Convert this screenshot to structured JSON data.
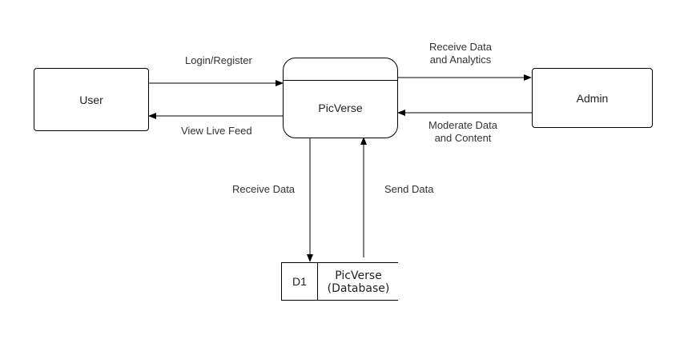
{
  "nodes": {
    "user": "User",
    "process": "PicVerse",
    "admin": "Admin",
    "store": {
      "id": "D1",
      "name_line1": "PicVerse",
      "name_line2": "(Database)"
    }
  },
  "flows": {
    "login_register": "Login/Register",
    "view_live_feed": "View Live Feed",
    "receive_data_analytics_line1": "Receive Data",
    "receive_data_analytics_line2": "and Analytics",
    "moderate_line1": "Moderate Data",
    "moderate_line2": "and Content",
    "receive_data": "Receive Data",
    "send_data": "Send Data"
  }
}
